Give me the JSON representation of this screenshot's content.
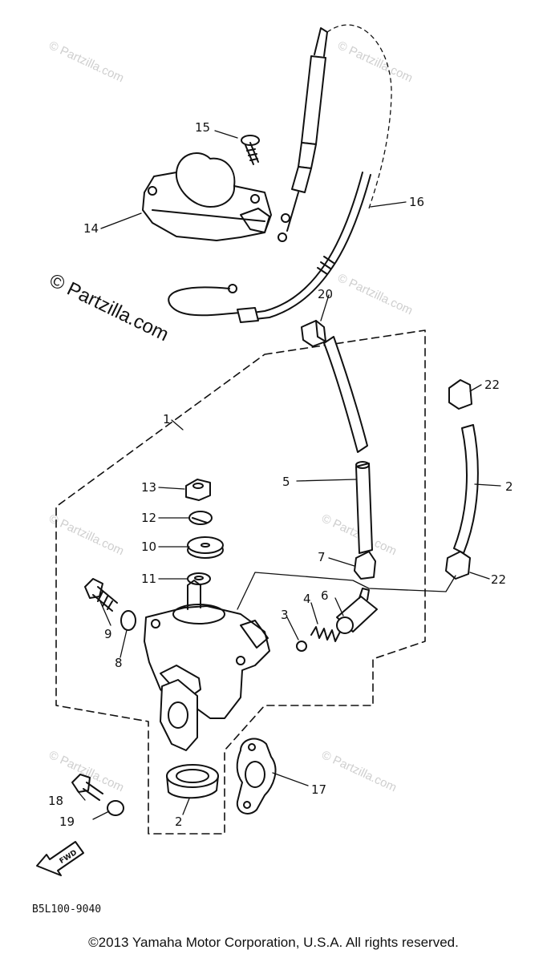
{
  "watermark": {
    "small": "© Partzilla.com",
    "large": "© Partzilla.com"
  },
  "callouts": {
    "p1": "1",
    "p2a": "2",
    "p2b": "2",
    "p3": "3",
    "p4": "4",
    "p5": "5",
    "p6": "6",
    "p7": "7",
    "p8": "8",
    "p9": "9",
    "p10": "10",
    "p11": "11",
    "p12": "12",
    "p13": "13",
    "p14": "14",
    "p15": "15",
    "p16": "16",
    "p17": "17",
    "p18": "18",
    "p19": "19",
    "p20": "20",
    "p22a": "22",
    "p22b": "22"
  },
  "fwd_label": "FWD",
  "diagram_code": "B5L100-9040",
  "copyright": "©2013  Yamaha Motor Corporation, U.S.A. All rights reserved."
}
